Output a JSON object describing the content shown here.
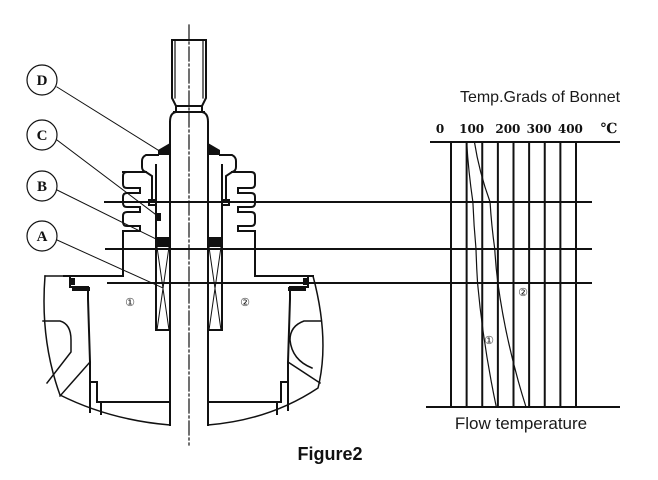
{
  "figure": {
    "caption": "Figure2",
    "callouts": [
      {
        "letter": "D"
      },
      {
        "letter": "C"
      },
      {
        "letter": "B"
      },
      {
        "letter": "A"
      }
    ],
    "zones": [
      "①",
      "②"
    ]
  },
  "chart": {
    "title": "Temp.Grads of Bonnet",
    "unit": "℃",
    "bottom_label": "Flow temperature",
    "curve_labels": [
      "①",
      "②"
    ]
  },
  "chart_data": {
    "type": "line",
    "title": "Temp.Grads of Bonnet",
    "xlabel": "℃",
    "ylabel": "",
    "bottom_label": "Flow temperature",
    "tick_labels": [
      "0",
      "100",
      "200",
      "300",
      "400"
    ],
    "x_ticks": [
      0,
      50,
      100,
      150,
      200,
      250,
      300,
      350,
      400
    ],
    "xlim": [
      0,
      400
    ],
    "levels": [
      "top",
      "D",
      "B",
      "A",
      "flow"
    ],
    "series": [
      {
        "name": "①",
        "points": [
          {
            "level": "top",
            "x": 50
          },
          {
            "level": "D",
            "x": 70
          },
          {
            "level": "B",
            "x": 80
          },
          {
            "level": "A",
            "x": 85
          },
          {
            "level": "flow",
            "x": 145
          }
        ]
      },
      {
        "name": "②",
        "points": [
          {
            "level": "top",
            "x": 75
          },
          {
            "level": "D",
            "x": 125
          },
          {
            "level": "B",
            "x": 140
          },
          {
            "level": "A",
            "x": 150
          },
          {
            "level": "flow",
            "x": 240
          }
        ]
      }
    ],
    "grid": true
  }
}
